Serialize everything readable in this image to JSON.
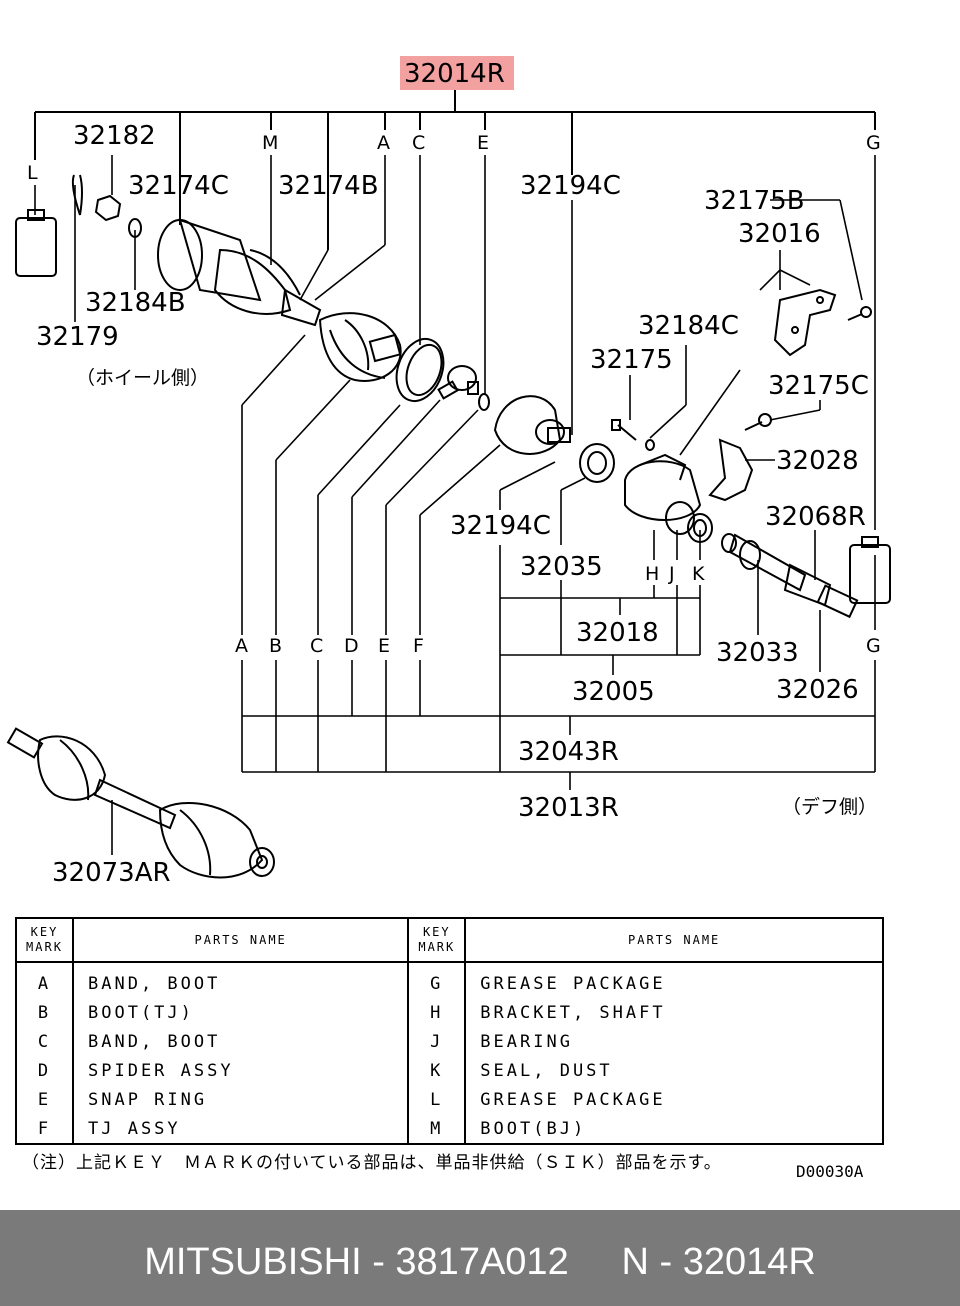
{
  "diagram": {
    "main_part": "32014R",
    "labels": {
      "p32182": "32182",
      "p32174c": "32174C",
      "p32174b": "32174B",
      "p32179": "32179",
      "p32184b": "32184B",
      "wheel_side": "（ホイール側）",
      "p32194c_top": "32194C",
      "p32175b": "32175B",
      "p32016": "32016",
      "p32184c": "32184C",
      "p32175": "32175",
      "p32175c": "32175C",
      "p32028": "32028",
      "p32068r": "32068R",
      "p32194c_bottom": "32194C",
      "p32035": "32035",
      "p32018": "32018",
      "p32033": "32033",
      "p32005": "32005",
      "p32026": "32026",
      "p32043r": "32043R",
      "p32013r": "32013R",
      "diff_side": "（デフ側）",
      "p32073ar": "32073AR"
    },
    "top_marks": [
      "L",
      "M",
      "A",
      "C",
      "E",
      "G"
    ],
    "bottom_marks": [
      "A",
      "B",
      "C",
      "D",
      "E",
      "F",
      "G"
    ],
    "hjk_marks": [
      "H",
      "J",
      "K"
    ]
  },
  "table": {
    "headers": {
      "key_mark": [
        "KEY",
        "MARK"
      ],
      "parts_name": "PARTS NAME"
    },
    "rows": [
      {
        "mark_left": "A",
        "name_left": "BAND, BOOT",
        "mark_right": "G",
        "name_right": "GREASE PACKAGE"
      },
      {
        "mark_left": "B",
        "name_left": "BOOT(TJ)",
        "mark_right": "H",
        "name_right": "BRACKET, SHAFT"
      },
      {
        "mark_left": "C",
        "name_left": "BAND, BOOT",
        "mark_right": "J",
        "name_right": "BEARING"
      },
      {
        "mark_left": "D",
        "name_left": "SPIDER ASSY",
        "mark_right": "K",
        "name_right": "SEAL, DUST"
      },
      {
        "mark_left": "E",
        "name_left": "SNAP RING",
        "mark_right": "L",
        "name_right": "GREASE PACKAGE"
      },
      {
        "mark_left": "F",
        "name_left": "TJ ASSY",
        "mark_right": "M",
        "name_right": "BOOT(BJ)"
      }
    ]
  },
  "note": "（注）上記ＫＥＹ　ＭＡＲＫの付いている部品は、単品非供給（ＳＩＫ）部品を示す。",
  "drawing_code": "D00030A",
  "footer": "MITSUBISHI - 3817A012     N - 32014R",
  "colors": {
    "highlight": "#f2a0a0",
    "footer_bg": "#7a7a7a",
    "footer_text": "#ffffff"
  }
}
